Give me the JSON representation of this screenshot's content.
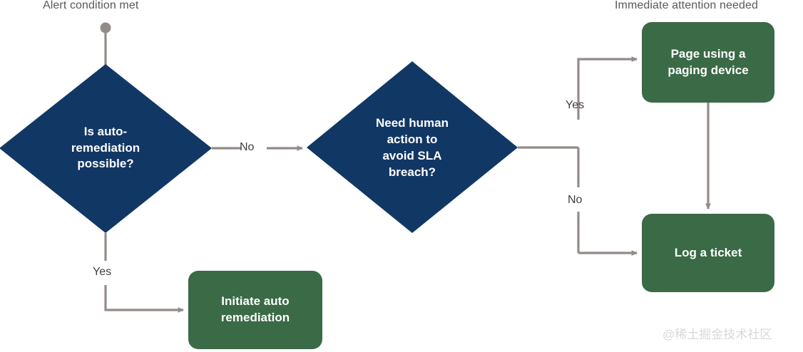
{
  "diagram": {
    "title_labels": {
      "start": "Alert condition met",
      "urgent": "Immediate attention needed"
    },
    "colors": {
      "decision_fill": "#113765",
      "process_fill": "#3a6a46",
      "connector": "#938b88",
      "node_text": "#ffffff",
      "caption_text": "#595959",
      "edge_label_text": "#3f3f3f",
      "background": "#ffffff",
      "watermark": "#d8d8d8"
    },
    "nodes": [
      {
        "id": "decision-auto-remediation",
        "type": "decision",
        "label": "Is auto-\nremediation\npossible?",
        "lines": [
          "Is auto-",
          "remediation",
          "possible?"
        ]
      },
      {
        "id": "decision-human-action",
        "type": "decision",
        "label": "Need human\naction to\navoid SLA\nbreach?",
        "lines": [
          "Need human",
          "action to",
          "avoid SLA",
          "breach?"
        ]
      },
      {
        "id": "process-initiate-auto-remediation",
        "type": "process",
        "label": "Initiate auto\nremediation",
        "lines": [
          "Initiate auto",
          "remediation"
        ]
      },
      {
        "id": "process-page-using-paging-device",
        "type": "process",
        "label": "Page using a\npaging device",
        "lines": [
          "Page using a",
          "paging device"
        ]
      },
      {
        "id": "process-log-a-ticket",
        "type": "process",
        "label": "Log a ticket",
        "lines": [
          "Log a ticket"
        ]
      }
    ],
    "edge_labels": {
      "auto_remediation_no": "No",
      "auto_remediation_yes": "Yes",
      "human_action_yes": "Yes",
      "human_action_no": "No"
    },
    "watermark": "@稀土掘金技术社区"
  }
}
